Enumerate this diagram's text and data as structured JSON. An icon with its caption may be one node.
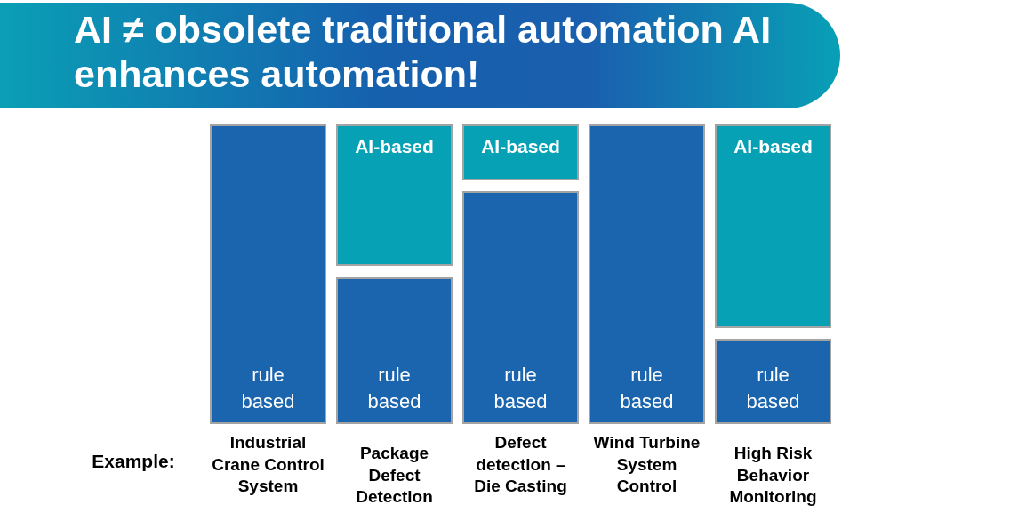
{
  "diagram": {
    "title": "AI ≠ obsolete traditional automation AI enhances automation!",
    "nodes": [
      {
        "text": [
          "rule based"
        ]
      },
      {
        "text": [
          "AI-based"
        ]
      },
      {
        "text": [
          "rule based"
        ]
      },
      {
        "text": [
          "AI-based"
        ]
      },
      {
        "text": [
          "rule based"
        ]
      },
      {
        "text": [
          "rule based"
        ]
      },
      {
        "text": [
          "AI-based"
        ]
      },
      {
        "text": [
          "rule based"
        ]
      }
    ],
    "labels": [
      "Example:",
      "Industrial Crane Control System",
      "Package Defect Detection",
      "Defect detection – Die Casting",
      "Wind Turbine System Control",
      "High Risk Behavior Monitoring"
    ]
  }
}
